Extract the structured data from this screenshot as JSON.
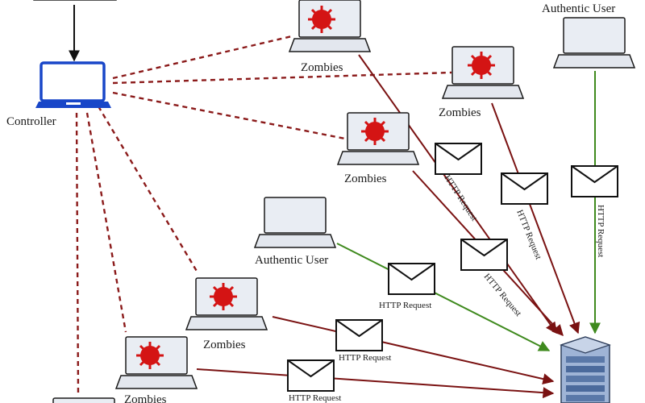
{
  "labels": {
    "controller": "Controller",
    "zombies": "Zombies",
    "authentic_user": "Authentic User",
    "http_request": "HTTP Request"
  },
  "colors": {
    "attack_line": "#7a1212",
    "legit_line": "#3f8a1e",
    "command_line": "#8b1a1a",
    "laptop_outline": "#1a1a1a",
    "screen_fill": "#e9edf3",
    "controller_blue": "#1846c8",
    "virus_red": "#d41414",
    "server_blue": "#5a78a8"
  },
  "icons": {
    "laptop": "laptop-icon",
    "virus": "virus-icon",
    "envelope": "envelope-icon",
    "server": "server-icon"
  }
}
